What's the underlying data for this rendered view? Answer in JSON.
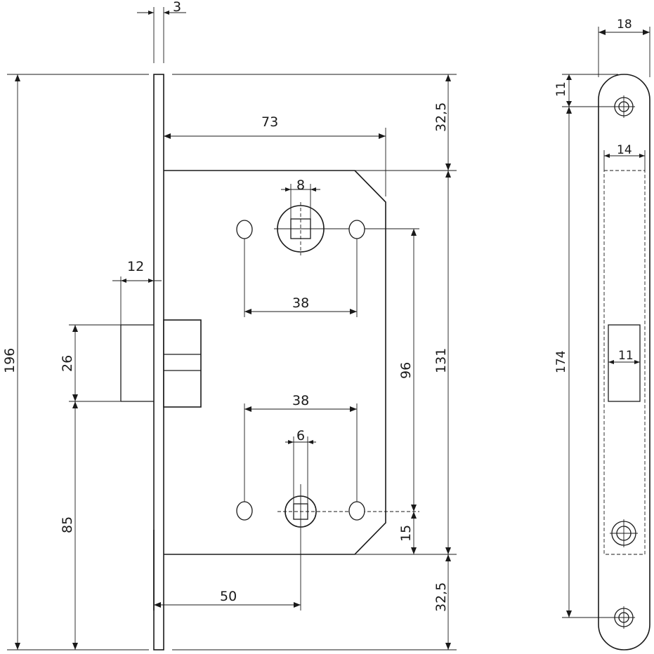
{
  "dimensions": {
    "faceplate_thickness": "3",
    "body_width": "73",
    "top_offset": "32,5",
    "bottom_offset": "32,5",
    "total_height": "196",
    "latch_projection": "12",
    "latch_height": "26",
    "latch_to_bottom": "85",
    "spindle_square": "8",
    "screw_spacing_top": "38",
    "screw_spacing_bottom": "38",
    "key_square": "6",
    "spindle_to_key": "96",
    "body_height": "131",
    "key_to_body_bottom": "15",
    "backset": "50",
    "strike_width": "18",
    "strike_hole_offset": "11",
    "strike_hole_spacing": "174",
    "strike_recess_width": "14",
    "strike_latch_window": "11"
  },
  "colors": {
    "line": "#1a1a1a",
    "background": "#ffffff"
  }
}
